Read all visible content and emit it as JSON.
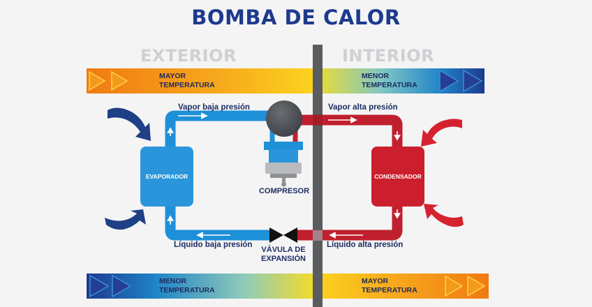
{
  "title": "BOMBA DE CALOR",
  "sections": {
    "exterior": "EXTERIOR",
    "interior": "INTERIOR"
  },
  "bands": {
    "top_left": {
      "line1": "MAYOR",
      "line2": "TEMPERATURA"
    },
    "top_right": {
      "line1": "MENOR",
      "line2": "TEMPERATURA"
    },
    "bottom_left": {
      "line1": "MENOR",
      "line2": "TEMPERATURA"
    },
    "bottom_right": {
      "line1": "MAYOR",
      "line2": "TEMPERATURA"
    }
  },
  "flows": {
    "vapor_low": "Vapor baja presión",
    "vapor_high": "Vapor alta presión",
    "liquid_low": "Líquido baja presión",
    "liquid_high": "Líquido alta presión"
  },
  "components": {
    "evaporator": "EVAPORADOR",
    "condenser": "CONDENSADOR",
    "compressor": "COMPRESOR",
    "valve_line1": "VÁVULA DE",
    "valve_line2": "EXPANSIÓN"
  },
  "colors": {
    "cold": "#1e90d8",
    "hot": "#c0202e",
    "title": "#1e3a8e",
    "arrow_cold": "#1f3f86",
    "arrow_hot": "#d6222f"
  }
}
